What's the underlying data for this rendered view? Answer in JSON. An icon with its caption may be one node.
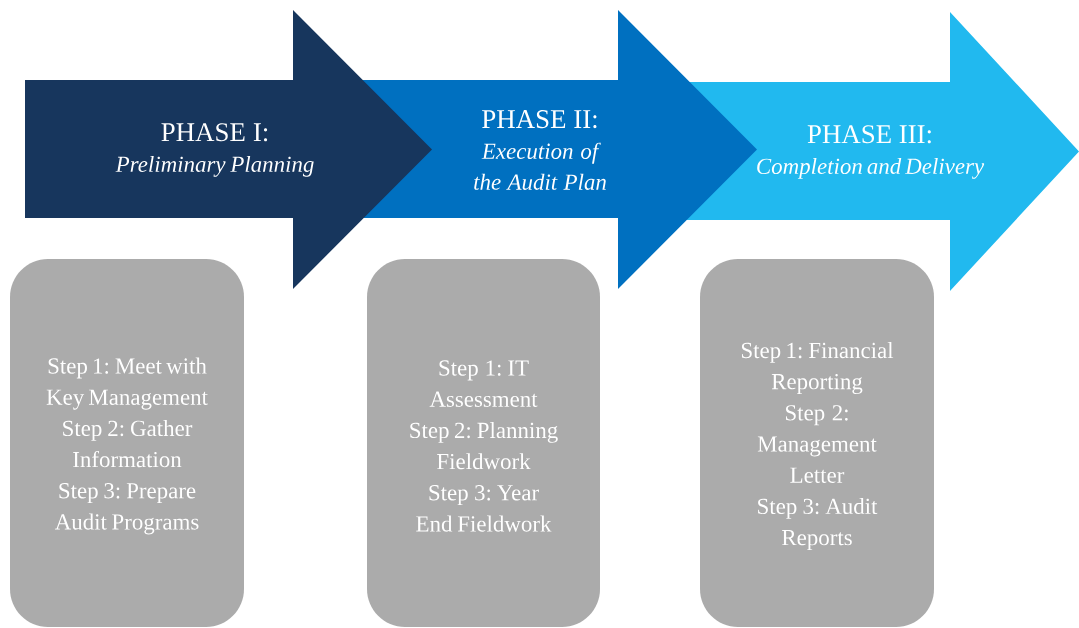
{
  "diagram": {
    "nodes": [
      {
        "text": [
          "PHASE I:",
          "Preliminary Planning"
        ]
      },
      {
        "text": [
          "PHASE II:",
          "Execution of the Audit Plan"
        ]
      },
      {
        "text": [
          "PHASE III:",
          "Completion and Delivery"
        ]
      },
      {
        "text": [
          "Step 1: Meet with Key Management",
          "Step 2: Gather Information",
          "Step 3: Prepare Audit Programs"
        ]
      },
      {
        "text": [
          "Step 1: IT Assessment",
          "Step 2: Planning Fieldwork",
          "Step 3: Year End Fieldwork"
        ]
      },
      {
        "text": [
          "Step 1: Financial Reporting",
          "Step 2: Management Letter",
          "Step 3: Audit Reports"
        ]
      }
    ]
  }
}
